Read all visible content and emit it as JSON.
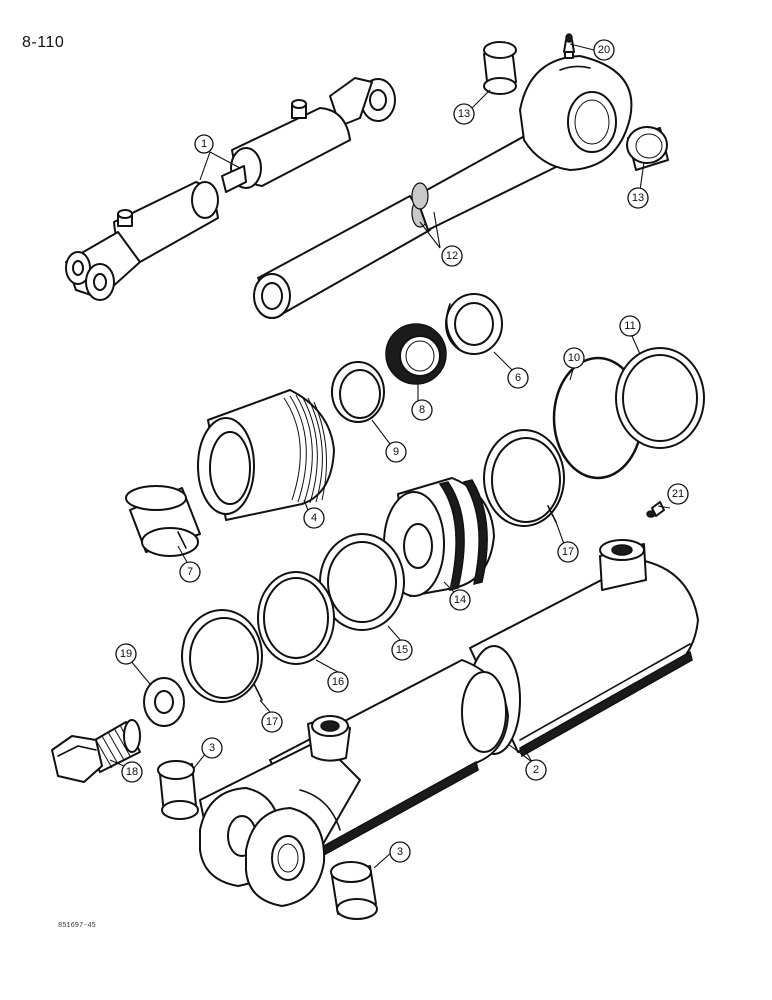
{
  "page": {
    "page_number": "8-110",
    "drawing_code": "851697-45"
  },
  "callouts": {
    "c1": "1",
    "c2": "2",
    "c3a": "3",
    "c3b": "3",
    "c4": "4",
    "c6": "6",
    "c7": "7",
    "c8": "8",
    "c9": "9",
    "c10": "10",
    "c11": "11",
    "c12": "12",
    "c13a": "13",
    "c13b": "13",
    "c14": "14",
    "c15": "15",
    "c16": "16",
    "c17a": "17",
    "c17b": "17",
    "c18": "18",
    "c19": "19",
    "c20": "20",
    "c21": "21"
  }
}
